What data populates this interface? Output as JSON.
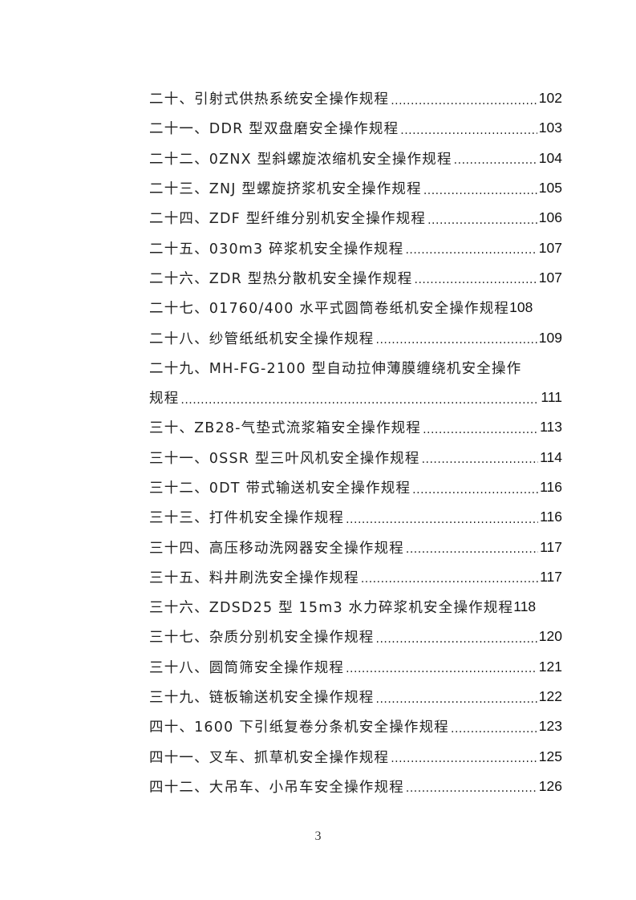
{
  "toc": {
    "entries": [
      {
        "title": "二十、引射式供热系统安全操作规程",
        "page": "102"
      },
      {
        "title": "二十一、DDR 型双盘磨安全操作规程",
        "page": "103"
      },
      {
        "title": "二十二、0ZNX 型斜螺旋浓缩机安全操作规程",
        "page": "104"
      },
      {
        "title": "二十三、ZNJ 型螺旋挤浆机安全操作规程",
        "page": "105"
      },
      {
        "title": "二十四、ZDF 型纤维分别机安全操作规程",
        "page": "106"
      },
      {
        "title": "二十五、030m3 碎浆机安全操作规程",
        "page": "107"
      },
      {
        "title": "二十六、ZDR 型热分散机安全操作规程",
        "page": "107"
      },
      {
        "title": "二十七、01760/400 水平式圆筒卷纸机安全操作规程",
        "page": "108"
      },
      {
        "title": "二十八、纱管纸纸机安全操作规程",
        "page": "109"
      },
      {
        "title": "二十九、MH-FG-2100 型自动拉伸薄膜缠绕机安全操作",
        "title_cont": "规程",
        "page": "111"
      },
      {
        "title": "三十、ZB28-气垫式流浆箱安全操作规程",
        "page": "113"
      },
      {
        "title": "三十一、0SSR 型三叶风机安全操作规程",
        "page": "114"
      },
      {
        "title": "三十二、0DT 带式输送机安全操作规程",
        "page": "116"
      },
      {
        "title": "三十三、打件机安全操作规程",
        "page": "116"
      },
      {
        "title": "三十四、高压移动洗网器安全操作规程",
        "page": "117"
      },
      {
        "title": "三十五、料井刷洗安全操作规程",
        "page": "117"
      },
      {
        "title": "三十六、ZDSD25 型 15m3 水力碎浆机安全操作规程",
        "page": "118"
      },
      {
        "title": "三十七、杂质分别机安全操作规程",
        "page": "120"
      },
      {
        "title": "三十八、圆筒筛安全操作规程",
        "page": "121"
      },
      {
        "title": "三十九、链板输送机安全操作规程",
        "page": "122"
      },
      {
        "title": "四十、1600 下引纸复卷分条机安全操作规程",
        "page": "123"
      },
      {
        "title": "四十一、叉车、抓草机安全操作规程",
        "page": "125"
      },
      {
        "title": "四十二、大吊车、小吊车安全操作规程",
        "page": "126"
      }
    ]
  },
  "footer": {
    "page_number": "3"
  }
}
